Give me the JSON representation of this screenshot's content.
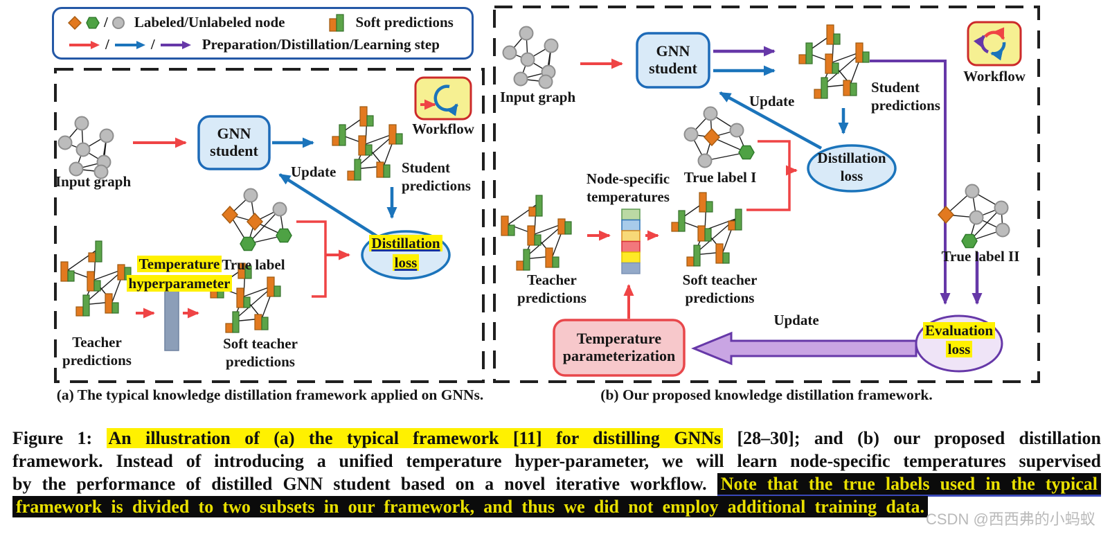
{
  "legend": {
    "labeled_unlabeled_label": "Labeled/Unlabeled node",
    "soft_predictions_label": "Soft predictions",
    "steps_label": "Preparation/Distillation/Learning step",
    "separator": "/"
  },
  "panel_a": {
    "caption": "(a) The typical knowledge distillation framework applied on GNNs.",
    "input_graph": "Input graph",
    "gnn_student": "GNN\nstudent",
    "update": "Update",
    "workflow": "Workflow",
    "student_predictions": "Student\npredictions",
    "distillation_loss": "Distillation\nloss",
    "temperature_hyperparameter": "Temperature\nhyperparameter",
    "true_label": "True label",
    "teacher_predictions": "Teacher\npredictions",
    "soft_teacher_predictions": "Soft teacher\npredictions"
  },
  "panel_b": {
    "caption": "(b) Our proposed knowledge distillation framework.",
    "input_graph": "Input graph",
    "gnn_student": "GNN\nstudent",
    "update_top": "Update",
    "workflow": "Workflow",
    "student_predictions": "Student\npredictions",
    "distillation_loss": "Distillation\nloss",
    "true_label_1": "True label I",
    "node_specific_temperatures": "Node-specific\ntemperatures",
    "teacher_predictions": "Teacher\npredictions",
    "soft_teacher_predictions": "Soft teacher\npredictions",
    "true_label_2": "True label II",
    "temperature_parameterization": "Temperature\nparameterization",
    "update_bottom": "Update",
    "evaluation_loss": "Evaluation\nloss"
  },
  "figure_caption": {
    "prefix": "Figure 1: ",
    "hl1": "An illustration of (a) the typical framework [11] for distilling GNNs",
    "rest1": " [28–30]; and (b) our proposed distillation",
    "line2": "framework. Instead of introducing a unified temperature hyper-parameter, we will learn node-specific temperatures supervised",
    "line3_plain": "by the performance of distilled GNN student based on a novel iterative workflow. ",
    "line3_hl": "Note that the true labels used in the typical",
    "line4_hl": "framework is divided to two subsets in our framework, and thus we did not employ additional training data."
  },
  "watermark": "CSDN @西西弗的小蚂蚁",
  "colors": {
    "preparation_arrow": "#EF4445",
    "distillation_arrow": "#1B74BB",
    "learning_arrow": "#6638A8",
    "labeled_node_orange": "#E2791F",
    "labeled_node_green": "#55A345",
    "unlabeled_node_gray": "#BCBCBC",
    "gnn_box_fill": "#D9EAF8",
    "loss_ellipse_fill": "#D9EAF8",
    "evaluation_fill": "#EFE4F7",
    "temperature_box_fill": "#F7C8CB",
    "workflow_fill": "#F6F092",
    "highlight_yellow": "#FFF100",
    "highlight_black_bg": "#0B0B0B"
  }
}
